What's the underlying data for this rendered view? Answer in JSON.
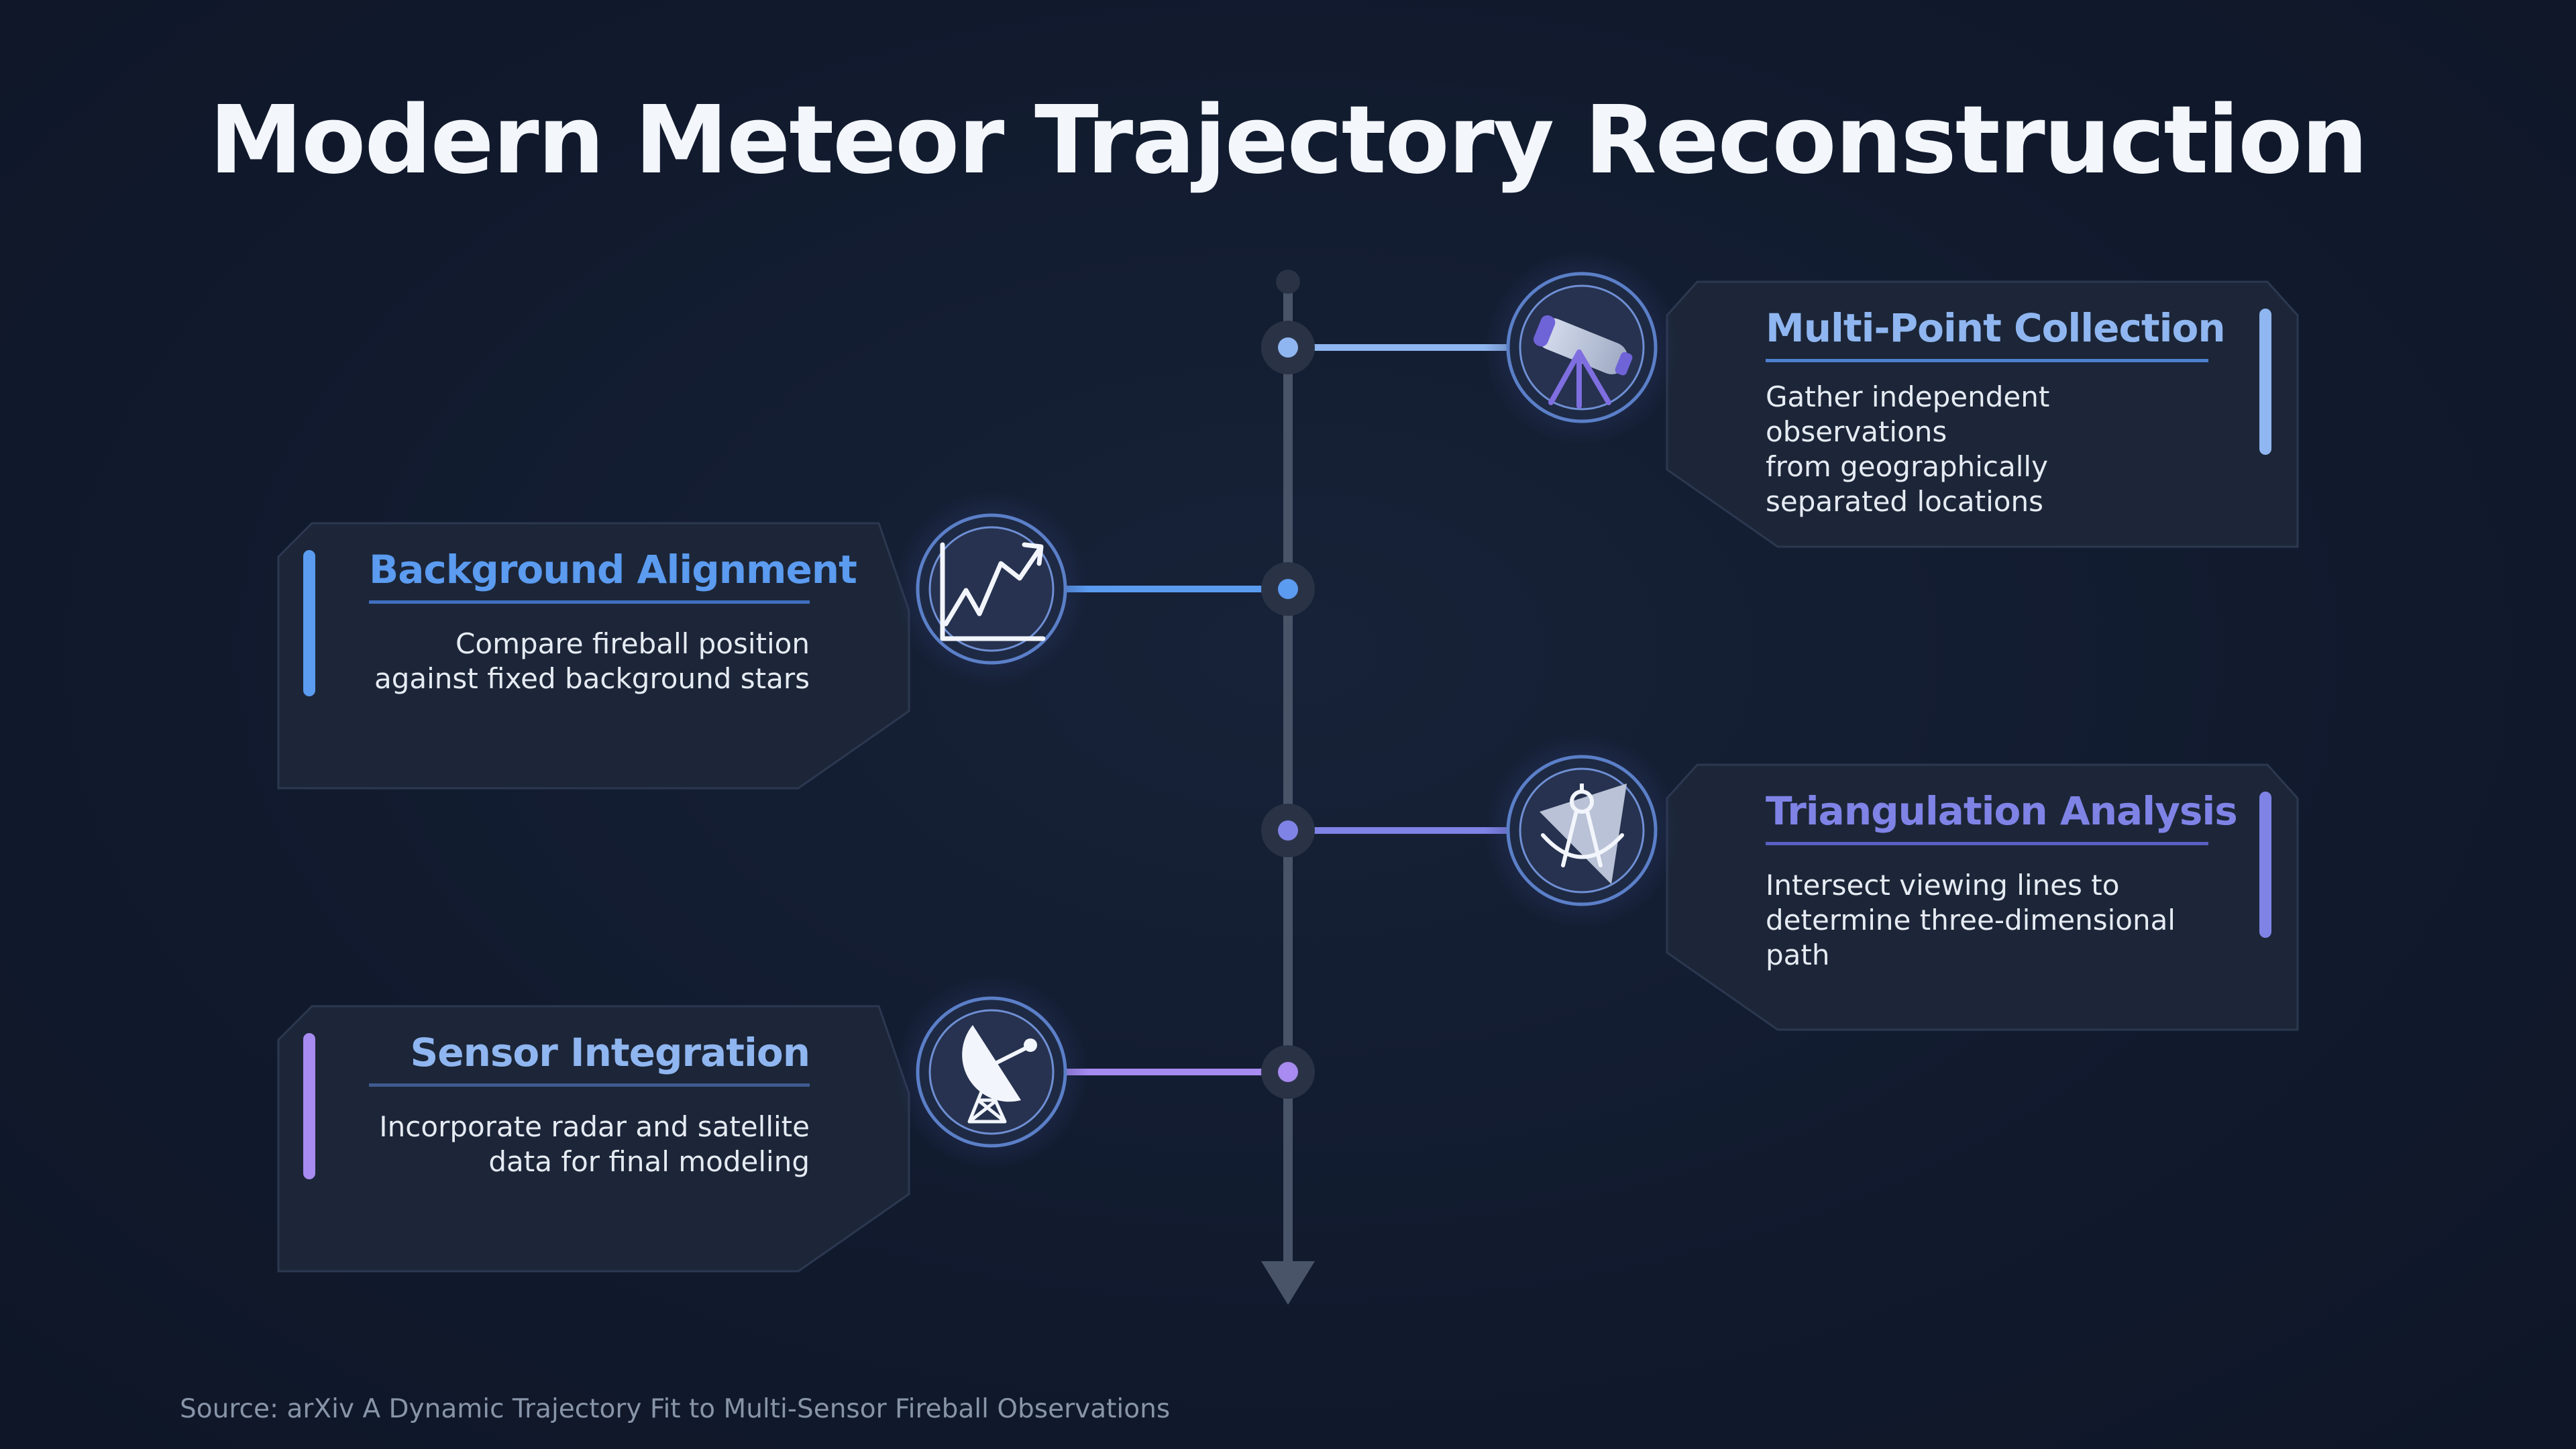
{
  "title": "Modern Meteor Trajectory Reconstruction",
  "source": "Source: arXiv A Dynamic Trajectory Fit to Multi-Sensor Fireball Observations",
  "colors": {
    "background": "#111a2d",
    "card": "#1c2638",
    "axis": "#4a5468",
    "blue_light": "#8fb6f0",
    "blue": "#5b9bf0",
    "indigo": "#7f83e6",
    "violet": "#a78bf0"
  },
  "steps": [
    {
      "title": "Multi-Point Collection",
      "description_lines": [
        "Gather independent observations",
        "from geographically",
        "separated locations"
      ],
      "icon": "telescope-icon",
      "side": "right",
      "color": "#8fb6f0"
    },
    {
      "title": "Background Alignment",
      "description_lines": [
        "Compare fireball position",
        "against fixed background stars"
      ],
      "icon": "line-chart-icon",
      "side": "left",
      "color": "#5b9bf0"
    },
    {
      "title": "Triangulation Analysis",
      "description_lines": [
        "Intersect viewing lines to",
        "determine three-dimensional path"
      ],
      "icon": "triangulation-compass-icon",
      "side": "right",
      "color": "#7f83e6"
    },
    {
      "title": "Sensor Integration",
      "description_lines": [
        "Incorporate radar and satellite",
        "data for final modeling"
      ],
      "icon": "satellite-dish-icon",
      "side": "left",
      "color": "#a78bf0"
    }
  ]
}
